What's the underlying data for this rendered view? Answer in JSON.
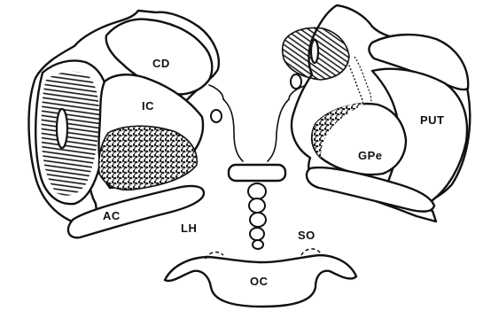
{
  "labels": {
    "cd": "CD",
    "ic": "IC",
    "ac": "AC",
    "lh": "LH",
    "so": "SO",
    "oc": "OC",
    "put": "PUT",
    "gpe": "GPe"
  },
  "colors": {
    "ink": "#111111",
    "paper": "#ffffff"
  }
}
